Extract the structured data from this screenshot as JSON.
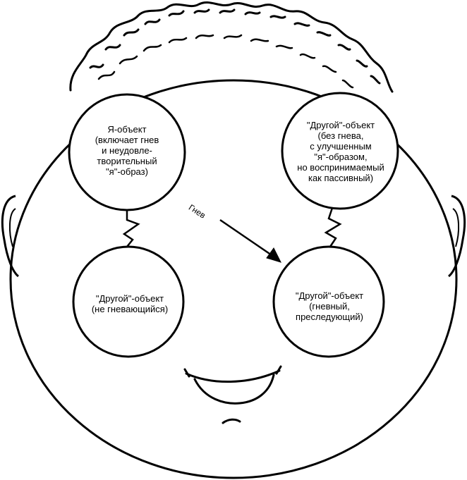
{
  "circles": {
    "ya_object": {
      "lines": [
        "Я-объект",
        "(включает гнев",
        "и неудовле-",
        "творительный",
        "\"я\"-образ)"
      ]
    },
    "drugoy_top_right": {
      "lines": [
        "\"Другой\"-объект",
        "(без гнева,",
        "с улучшенным",
        "\"я\"-образом,",
        "но воспринимаемый",
        "как пассивный)"
      ]
    },
    "drugoy_bottom_left": {
      "lines": [
        "\"Другой\"-объект",
        "(не гневающийся)"
      ]
    },
    "drugoy_bottom_right": {
      "lines": [
        "\"Другой\"-объект",
        "(гневный,",
        "преследующий)"
      ]
    }
  },
  "arrow": {
    "label": "Гнев"
  },
  "colors": {
    "stroke": "#000000",
    "background": "#ffffff"
  }
}
